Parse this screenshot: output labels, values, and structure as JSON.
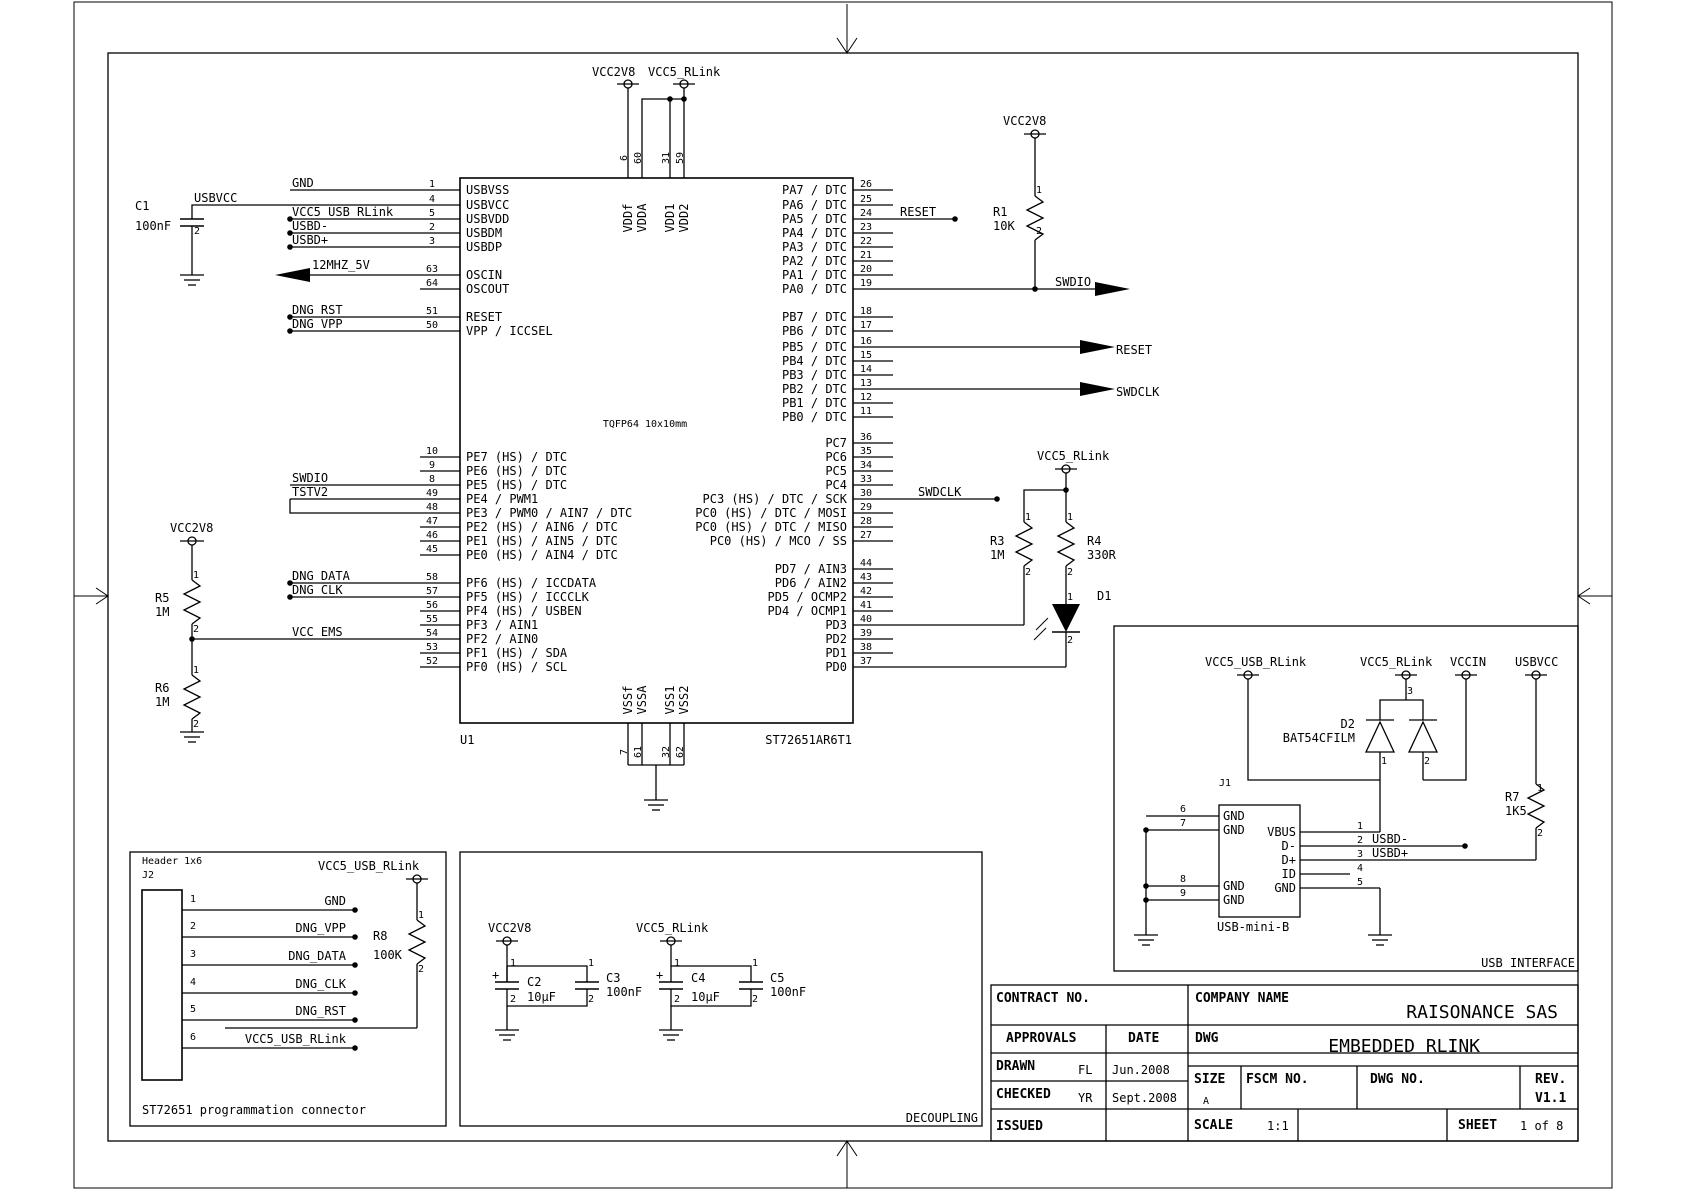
{
  "chip": {
    "refdes": "U1",
    "part": "ST72651AR6T1",
    "package": "TQFP64 10x10mm",
    "left_pins": [
      {
        "num": "1",
        "name": "USBVSS",
        "net": "GND"
      },
      {
        "num": "4",
        "name": "USBVCC",
        "net": "USBVCC"
      },
      {
        "num": "5",
        "name": "USBVDD",
        "net": "VCC5_USB_RLink"
      },
      {
        "num": "2",
        "name": "USBDM",
        "net": "USBD-"
      },
      {
        "num": "3",
        "name": "USBDP",
        "net": "USBD+"
      },
      {
        "num": "63",
        "name": "OSCIN",
        "net": "12MHZ_5V"
      },
      {
        "num": "64",
        "name": "OSCOUT",
        "net": ""
      },
      {
        "num": "51",
        "name": "RESET",
        "net": "DNG_RST"
      },
      {
        "num": "50",
        "name": "VPP / ICCSEL",
        "net": "DNG_VPP"
      },
      {
        "num": "10",
        "name": "PE7 (HS) / DTC",
        "net": ""
      },
      {
        "num": "9",
        "name": "PE6 (HS) / DTC",
        "net": ""
      },
      {
        "num": "8",
        "name": "PE5 (HS) / DTC",
        "net": "SWDIO"
      },
      {
        "num": "49",
        "name": "PE4 / PWM1",
        "net": "TSTV2"
      },
      {
        "num": "48",
        "name": "PE3 / PWM0 / AIN7 / DTC",
        "net": ""
      },
      {
        "num": "47",
        "name": "PE2 (HS) / AIN6 / DTC",
        "net": ""
      },
      {
        "num": "46",
        "name": "PE1 (HS) / AIN5 / DTC",
        "net": ""
      },
      {
        "num": "45",
        "name": "PE0 (HS) / AIN4 / DTC",
        "net": ""
      },
      {
        "num": "58",
        "name": "PF6 (HS) / ICCDATA",
        "net": "DNG_DATA"
      },
      {
        "num": "57",
        "name": "PF5 (HS) / ICCCLK",
        "net": "DNG_CLK"
      },
      {
        "num": "56",
        "name": "PF4 (HS) / USBEN",
        "net": ""
      },
      {
        "num": "55",
        "name": "PF3 / AIN1",
        "net": ""
      },
      {
        "num": "54",
        "name": "PF2 / AIN0",
        "net": "VCC_EMS"
      },
      {
        "num": "53",
        "name": "PF1 (HS) / SDA",
        "net": ""
      },
      {
        "num": "52",
        "name": "PF0 (HS) / SCL",
        "net": ""
      }
    ],
    "right_pins": [
      {
        "num": "26",
        "name": "PA7 / DTC",
        "net": ""
      },
      {
        "num": "25",
        "name": "PA6 / DTC",
        "net": ""
      },
      {
        "num": "24",
        "name": "PA5 / DTC",
        "net": "RESET"
      },
      {
        "num": "23",
        "name": "PA4 / DTC",
        "net": ""
      },
      {
        "num": "22",
        "name": "PA3 / DTC",
        "net": ""
      },
      {
        "num": "21",
        "name": "PA2 / DTC",
        "net": ""
      },
      {
        "num": "20",
        "name": "PA1 / DTC",
        "net": ""
      },
      {
        "num": "19",
        "name": "PA0 / DTC",
        "net": "SWDIO"
      },
      {
        "num": "18",
        "name": "PB7 / DTC",
        "net": ""
      },
      {
        "num": "17",
        "name": "PB6 / DTC",
        "net": ""
      },
      {
        "num": "16",
        "name": "PB5 / DTC",
        "net": "RESET"
      },
      {
        "num": "15",
        "name": "PB4 / DTC",
        "net": ""
      },
      {
        "num": "14",
        "name": "PB3 / DTC",
        "net": ""
      },
      {
        "num": "13",
        "name": "PB2 / DTC",
        "net": "SWDCLK"
      },
      {
        "num": "12",
        "name": "PB1 / DTC",
        "net": ""
      },
      {
        "num": "11",
        "name": "PB0 / DTC",
        "net": ""
      },
      {
        "num": "36",
        "name": "PC7",
        "net": ""
      },
      {
        "num": "35",
        "name": "PC6",
        "net": ""
      },
      {
        "num": "34",
        "name": "PC5",
        "net": ""
      },
      {
        "num": "33",
        "name": "PC4",
        "net": ""
      },
      {
        "num": "30",
        "name": "PC3 (HS) / DTC / SCK",
        "net": "SWDCLK"
      },
      {
        "num": "29",
        "name": "PC0 (HS) / DTC / MOSI",
        "net": ""
      },
      {
        "num": "28",
        "name": "PC0 (HS) / DTC / MISO",
        "net": ""
      },
      {
        "num": "27",
        "name": "PC0 (HS) / MCO / SS",
        "net": ""
      },
      {
        "num": "44",
        "name": "PD7 / AIN3",
        "net": ""
      },
      {
        "num": "43",
        "name": "PD6 / AIN2",
        "net": ""
      },
      {
        "num": "42",
        "name": "PD5 / OCMP2",
        "net": ""
      },
      {
        "num": "41",
        "name": "PD4 / OCMP1",
        "net": ""
      },
      {
        "num": "40",
        "name": "PD3",
        "net": ""
      },
      {
        "num": "39",
        "name": "PD2",
        "net": ""
      },
      {
        "num": "38",
        "name": "PD1",
        "net": ""
      },
      {
        "num": "37",
        "name": "PD0",
        "net": ""
      }
    ],
    "top_pins": [
      {
        "num": "6",
        "name": "VDDf"
      },
      {
        "num": "60",
        "name": "VDDA"
      },
      {
        "num": "31",
        "name": "VDD1"
      },
      {
        "num": "59",
        "name": "VDD2"
      }
    ],
    "bottom_pins": [
      {
        "num": "7",
        "name": "VSSf"
      },
      {
        "num": "61",
        "name": "VSSA"
      },
      {
        "num": "32",
        "name": "VSS1"
      },
      {
        "num": "62",
        "name": "VSS2"
      }
    ]
  },
  "nets": {
    "vcc2v8": "VCC2V8",
    "vcc5_rlink": "VCC5_RLink",
    "vcc5_usb_rlink": "VCC5_USB_RLink",
    "vccin": "VCCIN",
    "usbvcc": "USBVCC",
    "gnd": "GND",
    "reset": "RESET",
    "swdio": "SWDIO",
    "swdclk": "SWDCLK",
    "usbd_minus": "USBD-",
    "usbd_plus": "USBD+",
    "vcc_ems": "VCC_EMS",
    "osc": "12MHZ_5V",
    "tstv2": "TSTV2"
  },
  "components": {
    "c1": {
      "ref": "C1",
      "value": "100nF"
    },
    "r1": {
      "ref": "R1",
      "value": "10K"
    },
    "r3": {
      "ref": "R3",
      "value": "1M"
    },
    "r4": {
      "ref": "R4",
      "value": "330R"
    },
    "d1": {
      "ref": "D1"
    },
    "r5": {
      "ref": "R5",
      "value": "1M"
    },
    "r6": {
      "ref": "R6",
      "value": "1M"
    },
    "d2": {
      "ref": "D2",
      "value": "BAT54CFILM"
    },
    "r7": {
      "ref": "R7",
      "value": "1K5"
    },
    "j1": {
      "ref": "J1",
      "value": "USB-mini-B",
      "pins": [
        "VBUS",
        "D-",
        "D+",
        "ID",
        "GND"
      ],
      "left_pins": [
        "GND",
        "GND",
        "GND",
        "GND"
      ]
    },
    "r8": {
      "ref": "R8",
      "value": "100K"
    },
    "j2": {
      "ref": "J2",
      "header": "Header 1x6",
      "pins": [
        "GND",
        "DNG_VPP",
        "DNG_DATA",
        "DNG_CLK",
        "DNG_RST",
        "VCC5_USB_RLink"
      ]
    },
    "c2": {
      "ref": "C2",
      "value": "10µF"
    },
    "c3": {
      "ref": "C3",
      "value": "100nF"
    },
    "c4": {
      "ref": "C4",
      "value": "10µF"
    },
    "c5": {
      "ref": "C5",
      "value": "100nF"
    }
  },
  "sections": {
    "usb_interface": "USB INTERFACE",
    "decoupling": "DECOUPLING",
    "connector": "ST72651 programmation connector"
  },
  "title_block": {
    "contract_no": "CONTRACT NO.",
    "company_name_label": "COMPANY NAME",
    "company_name": "RAISONANCE SAS",
    "approvals": "APPROVALS",
    "date": "DATE",
    "dwg_label": "DWG",
    "dwg_title": "EMBEDDED RLINK",
    "drawn": "DRAWN",
    "drawn_by": "FL",
    "drawn_date": "Jun.2008",
    "checked": "CHECKED",
    "checked_by": "YR",
    "checked_date": "Sept.2008",
    "issued": "ISSUED",
    "size": "SIZE",
    "size_val": "A",
    "fscm": "FSCM NO.",
    "dwg_no": "DWG NO.",
    "rev": "REV.",
    "rev_val": "V1.1",
    "scale": "SCALE",
    "scale_val": "1:1",
    "sheet": "SHEET",
    "sheet_val": "1 of 8"
  }
}
